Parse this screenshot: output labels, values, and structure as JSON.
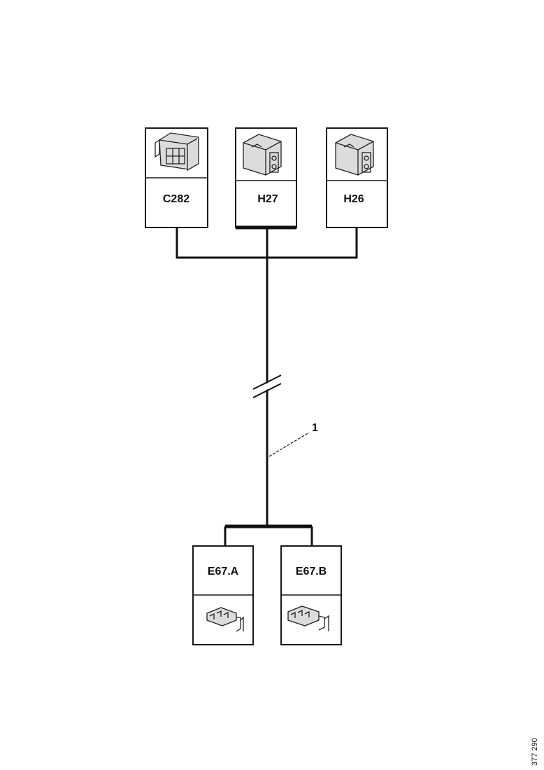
{
  "diagram": {
    "connectors_top": [
      {
        "code": "C282",
        "icon": "multi-pin-connector-icon"
      },
      {
        "code": "H27",
        "icon": "housing-connector-icon"
      },
      {
        "code": "H26",
        "icon": "housing-connector-icon"
      }
    ],
    "connectors_bottom": [
      {
        "code": "E67.A",
        "icon": "terminal-connector-icon"
      },
      {
        "code": "E67.B",
        "icon": "terminal-connector-icon"
      }
    ],
    "callout": {
      "number": "1"
    },
    "document_number": "377 290",
    "colors": {
      "line": "#111111",
      "box_fill": "#ffffff"
    }
  }
}
